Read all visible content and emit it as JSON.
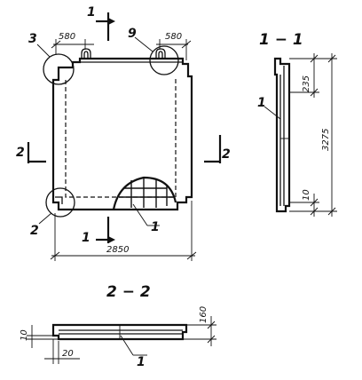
{
  "front_view": {
    "dim_top_left": "580",
    "dim_top_right": "580",
    "dim_bottom": "2850",
    "callout_3": "3",
    "callout_9": "9",
    "callout_2": "2",
    "leader_1": "1",
    "section_1_top": "1",
    "section_1_bottom": "1",
    "section_2_left": "2",
    "section_2_right": "2"
  },
  "section_1_1": {
    "title": "1 − 1",
    "leader_1": "1",
    "dim_235": "235",
    "dim_3275": "3275",
    "dim_10": "10"
  },
  "section_2_2": {
    "title": "2 − 2",
    "dim_10": "10",
    "dim_160": "160",
    "dim_20": "20",
    "leader_1": "1"
  }
}
